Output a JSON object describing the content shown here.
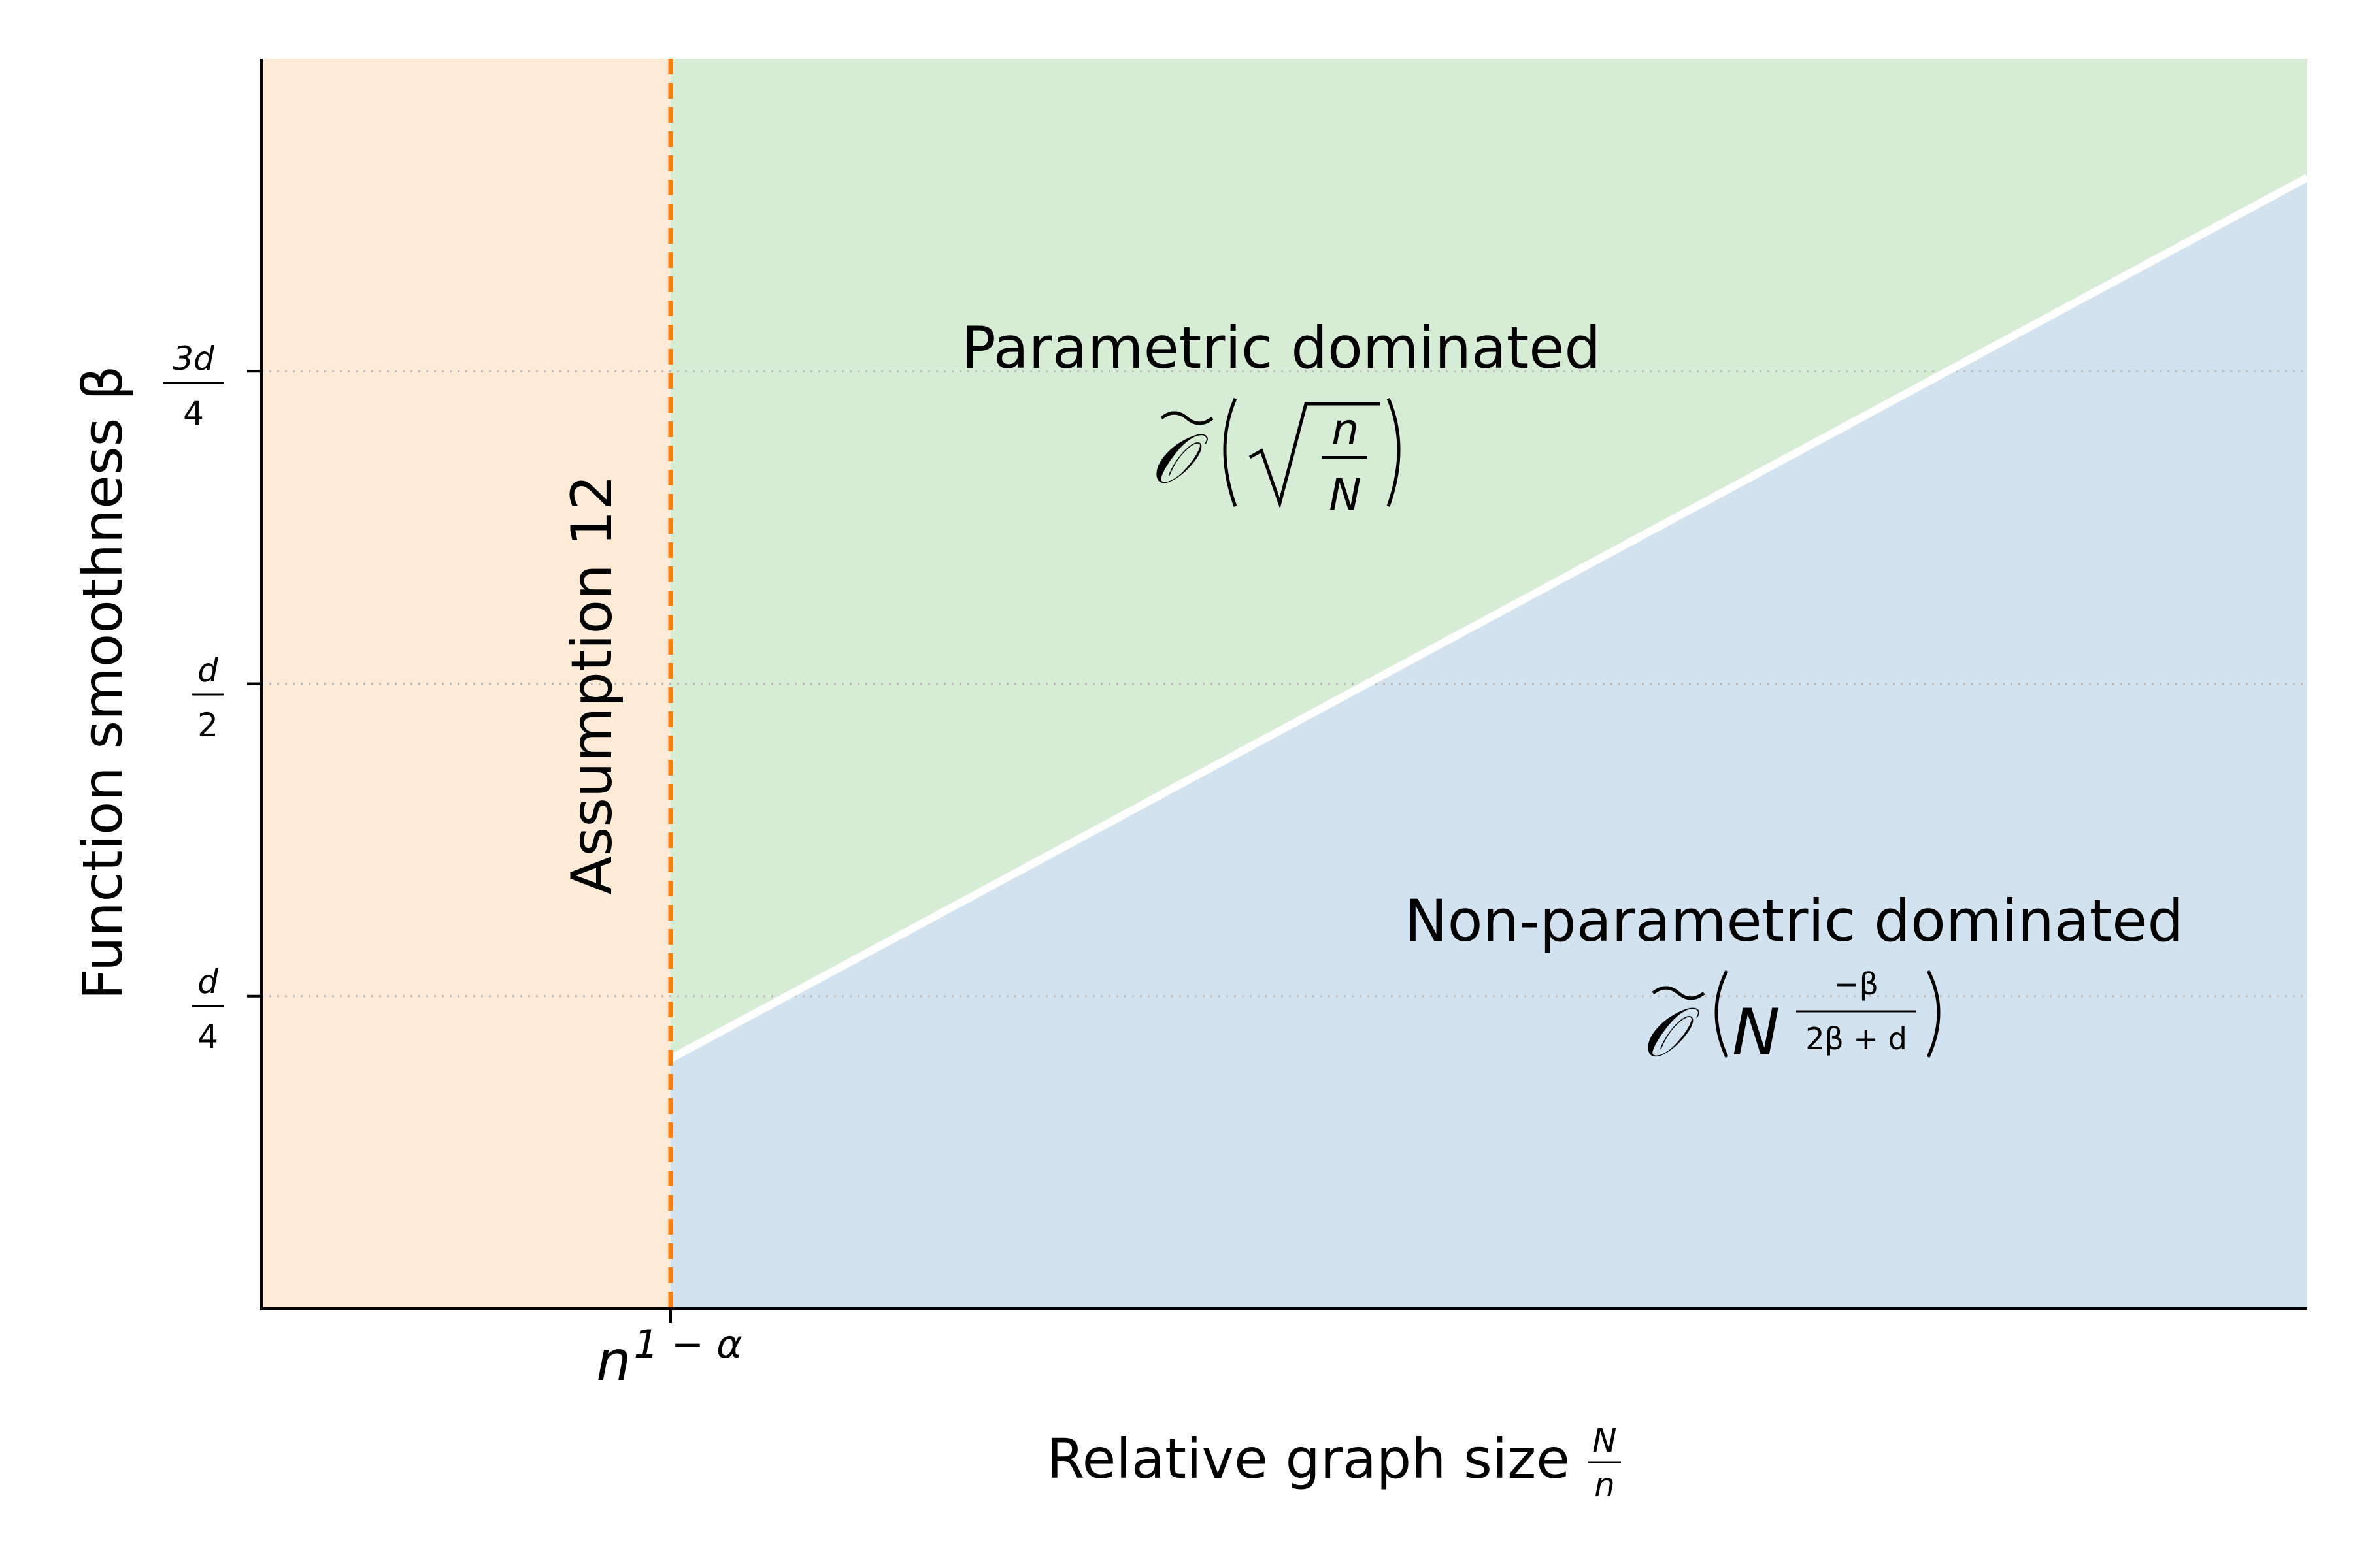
{
  "chart_data": {
    "type": "area",
    "xlabel": "Relative graph size",
    "xlabel_math": {
      "num": "N",
      "den": "n"
    },
    "ylabel": "Function smoothness β",
    "x_ticks": [
      {
        "x": 0.2,
        "label_base": "n",
        "label_exp": "1 − α"
      }
    ],
    "y_ticks": [
      {
        "y": 0.25,
        "num": "d",
        "den": "4"
      },
      {
        "y": 0.5,
        "num": "d",
        "den": "2"
      },
      {
        "y": 0.75,
        "num": "3d",
        "den": "4"
      }
    ],
    "xlim": [
      0,
      1
    ],
    "ylim": [
      0,
      1
    ],
    "grid": "horizontal dotted at y ticks",
    "vline": {
      "x": 0.2,
      "label": "Assumption 12",
      "color": "#ff7f0e",
      "style": "dashed"
    },
    "boundary": {
      "x": [
        0.2,
        1.0
      ],
      "y": [
        0.2,
        0.905
      ],
      "color": "#ffffff"
    },
    "regions": [
      {
        "name": "assumption",
        "color": "#fdebd8",
        "x_range": [
          0,
          0.2
        ]
      },
      {
        "name": "parametric",
        "label": "Parametric dominated",
        "rate": "Õ(√(n/N))",
        "color": "#d6ecd5"
      },
      {
        "name": "nonparametric",
        "label": "Non-parametric dominated",
        "rate": "Õ(N^(−β/(2β+d)))",
        "color": "#d2e3ef"
      }
    ]
  },
  "labels": {
    "vline_label": "Assumption 12",
    "parametric_title": "Parametric dominated",
    "nonparametric_title": "Non-parametric dominated",
    "xlabel_text": "Relative graph size",
    "xlabel_num": "N",
    "xlabel_den": "n",
    "ylabel_text": "Function smoothness β",
    "xtick_base": "n",
    "xtick_exp": "1 − α",
    "ytick_d4_num": "d",
    "ytick_d4_den": "4",
    "ytick_d2_num": "d",
    "ytick_d2_den": "2",
    "ytick_3d4_num": "3d",
    "ytick_3d4_den": "4",
    "param_O": "𝒪",
    "param_n": "n",
    "param_N": "N",
    "nonparam_O": "𝒪",
    "nonparam_N": "N",
    "nonparam_exp_num": "−β",
    "nonparam_exp_den": "2β + d"
  }
}
